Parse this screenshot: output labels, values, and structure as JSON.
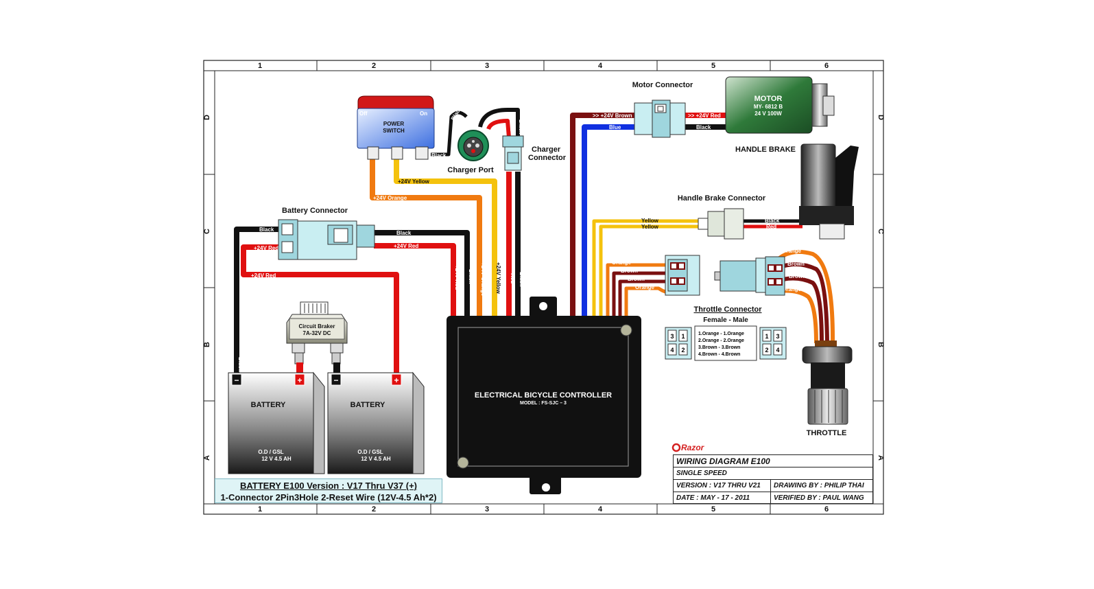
{
  "grid": {
    "columns": [
      "1",
      "2",
      "3",
      "4",
      "5",
      "6"
    ],
    "rows": [
      "D",
      "C",
      "B",
      "A"
    ]
  },
  "power_switch": {
    "label_line1": "POWER",
    "label_line2": "SWITCH",
    "off": "Off",
    "on": "On"
  },
  "charger_port": {
    "label": "Charger Port"
  },
  "charger_connector": {
    "label_line1": "Charger",
    "label_line2": "Connector"
  },
  "motor_connector": {
    "label": "Motor Connector"
  },
  "motor": {
    "title": "MOTOR",
    "model": "MY- 6812 B",
    "rating": "24 V 100W"
  },
  "handle_brake": {
    "label": "HANDLE BRAKE"
  },
  "handle_brake_connector": {
    "label": "Handle Brake Connector"
  },
  "battery_connector": {
    "label": "Battery  Connector"
  },
  "circuit_breaker": {
    "line1": "Circuit Braker",
    "line2": "7A-32V DC"
  },
  "batteries": [
    {
      "title": "BATTERY",
      "spec1": "O.D / GSL",
      "spec2": "12 V 4.5 AH"
    },
    {
      "title": "BATTERY",
      "spec1": "O.D / GSL",
      "spec2": "12 V 4.5 AH"
    }
  ],
  "terminal_minus": "−",
  "terminal_plus": "+",
  "controller": {
    "title": "ELECTRICAL BICYCLE CONTROLLER",
    "model": "MODEL : FS-SJC – 3"
  },
  "throttle_connector": {
    "title": "Throttle Connector",
    "subtitle": "Female  -  Male",
    "pins": [
      "1.Orange -  1.Orange",
      "2.Orange - 2.Orange",
      "3.Brown   -  3.Brown",
      "4.Brown   -  4.Brown"
    ],
    "pin_numbers": [
      "3",
      "1",
      "4",
      "2",
      "1",
      "3",
      "2",
      "4"
    ]
  },
  "throttle": {
    "label": "THROTTLE"
  },
  "wires": {
    "black": "Black",
    "red": "Red",
    "blue": "Blue",
    "yellow": "Yellow",
    "orange": "Orange",
    "brown": "Brown",
    "plus24_red": "+24V Red",
    "plus24_yellow": "+24V Yellow",
    "plus24_orange": "+24V Orange",
    "plus24_brown": ">> +24V Brown",
    "motor_red": ">> +24V Red"
  },
  "info_box": {
    "line1": "BATTERY E100 Version : V17 Thru V37 (+)",
    "line2": "1-Connector 2Pin3Hole 2-Reset Wire (12V-4.5 Ah*2)"
  },
  "brand": "Razor",
  "title_block": {
    "title": "WIRING DIAGRAM  E100",
    "speed": "SINGLE SPEED",
    "version": "VERSION : V17 THRU V21",
    "drawing_by": "DRAWING BY : PHILIP THAI",
    "date": "DATE : MAY - 17 - 2011",
    "verified_by": "VERIFIED BY : PAUL WANG"
  },
  "colors": {
    "wire_black": "#111111",
    "wire_red": "#e01010",
    "wire_orange": "#f07a10",
    "wire_yellow": "#f4c20d",
    "wire_blue": "#1030e0",
    "wire_brown": "#7a1010",
    "info_bg": "#dff4f6",
    "connector": "#9fd6de",
    "brand": "#d42020"
  }
}
